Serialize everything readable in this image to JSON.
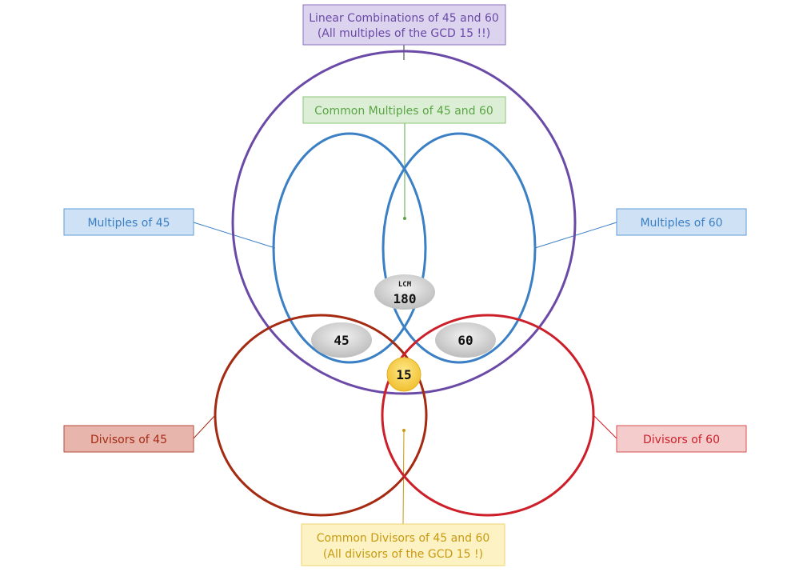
{
  "labels": {
    "linear_combinations": {
      "line1": "Linear Combinations of 45 and 60",
      "line2": "(All multiples of the GCD 15 !!)",
      "color": "#6a4aa6"
    },
    "common_multiples": {
      "text": "Common Multiples of 45 and 60",
      "color": "#5aa544"
    },
    "multiples_45": {
      "text": "Multiples of 45",
      "color": "#3b7fc4"
    },
    "multiples_60": {
      "text": "Multiples of 60",
      "color": "#3b7fc4"
    },
    "divisors_45": {
      "text": "Divisors of 45",
      "color": "#b32a1e"
    },
    "divisors_60": {
      "text": "Divisors of 60",
      "color": "#cc2a2a"
    },
    "common_divisors": {
      "line1": "Common Divisors of 45 and 60",
      "line2": "(All divisors of the GCD 15 !)",
      "color": "#c89a10"
    }
  },
  "nodes": {
    "lcm": {
      "caption": "LCM",
      "value": "180"
    },
    "n45": {
      "value": "45"
    },
    "n60": {
      "value": "60"
    },
    "gcd": {
      "value": "15"
    }
  },
  "colors": {
    "linear_ring": "#6a4aa6",
    "multiples_ring": "#3b7fc4",
    "divisors_45_ring": "#a42a12",
    "divisors_60_ring": "#cc1f2a",
    "gcd_fill": "#f6cd3c"
  }
}
